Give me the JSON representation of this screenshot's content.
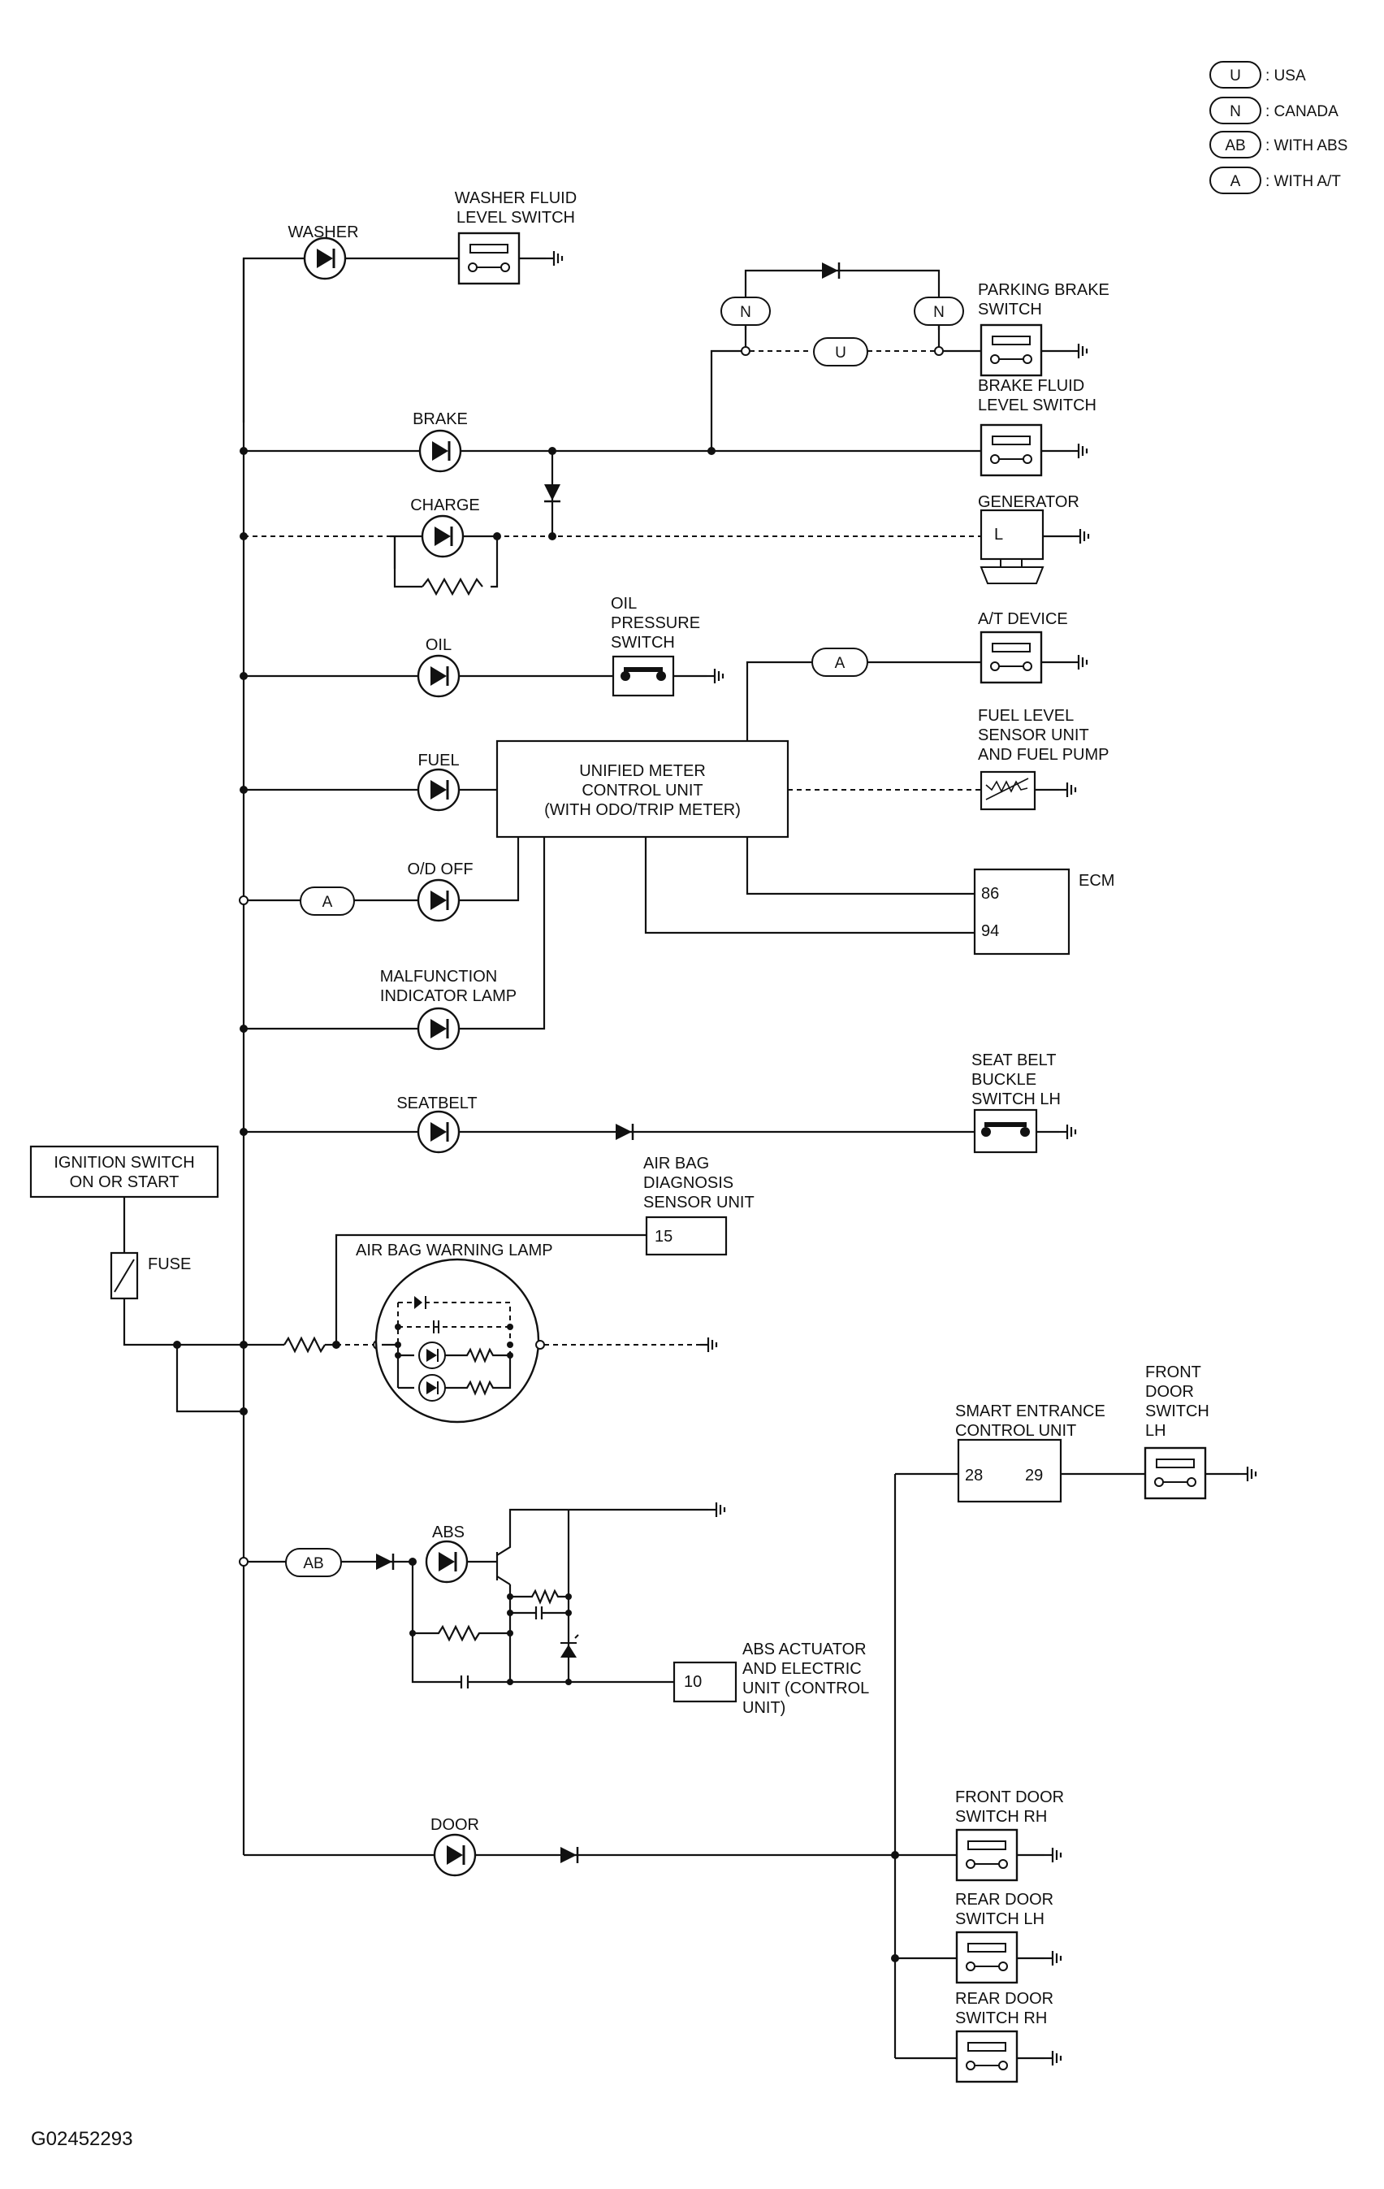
{
  "legend": [
    {
      "code": "U",
      "text": ": USA"
    },
    {
      "code": "N",
      "text": ": CANADA"
    },
    {
      "code": "AB",
      "text": ": WITH ABS"
    },
    {
      "code": "A",
      "text": ": WITH A/T"
    }
  ],
  "power": {
    "ignition_line1": "IGNITION SWITCH",
    "ignition_line2": "ON OR START",
    "fuse": "FUSE"
  },
  "lamps": {
    "washer": "WASHER",
    "brake": "BRAKE",
    "charge": "CHARGE",
    "oil": "OIL",
    "fuel": "FUEL",
    "od_off": "O/D OFF",
    "mil_line1": "MALFUNCTION",
    "mil_line2": "INDICATOR LAMP",
    "seatbelt": "SEATBELT",
    "airbag": "AIR BAG WARNING LAMP",
    "abs": "ABS",
    "door": "DOOR"
  },
  "components": {
    "washer_switch_line1": "WASHER FLUID",
    "washer_switch_line2": "LEVEL SWITCH",
    "parking_line1": "PARKING BRAKE",
    "parking_line2": "SWITCH",
    "brake_fluid_line1": "BRAKE FLUID",
    "brake_fluid_line2": "LEVEL SWITCH",
    "generator": "GENERATOR",
    "generator_terminal": "L",
    "oil_line1": "OIL",
    "oil_line2": "PRESSURE",
    "oil_line3": "SWITCH",
    "at_device": "A/T DEVICE",
    "fuel_line1": "FUEL LEVEL",
    "fuel_line2": "SENSOR UNIT",
    "fuel_line3": "AND FUEL PUMP",
    "meter_line1": "UNIFIED METER",
    "meter_line2": "CONTROL UNIT",
    "meter_line3": "(WITH ODO/TRIP METER)",
    "ecm": "ECM",
    "ecm_pin1": "86",
    "ecm_pin2": "94",
    "seatbelt_line1": "SEAT BELT",
    "seatbelt_line2": "BUCKLE",
    "seatbelt_line3": "SWITCH LH",
    "airbag_unit_line1": "AIR BAG",
    "airbag_unit_line2": "DIAGNOSIS",
    "airbag_unit_line3": "SENSOR UNIT",
    "airbag_pin": "15",
    "smart_line1": "SMART ENTRANCE",
    "smart_line2": "CONTROL UNIT",
    "smart_pin1": "28",
    "smart_pin2": "29",
    "fdlh_line1": "FRONT",
    "fdlh_line2": "DOOR",
    "fdlh_line3": "SWITCH",
    "fdlh_line4": "LH",
    "abs_unit_line1": "ABS ACTUATOR",
    "abs_unit_line2": "AND ELECTRIC",
    "abs_unit_line3": "UNIT (CONTROL",
    "abs_unit_line4": "UNIT)",
    "abs_pin": "10",
    "fdrh_line1": "FRONT DOOR",
    "fdrh_line2": "SWITCH RH",
    "rdlh_line1": "REAR DOOR",
    "rdlh_line2": "SWITCH LH",
    "rdrh_line1": "REAR DOOR",
    "rdrh_line2": "SWITCH RH"
  },
  "tags": {
    "n": "N",
    "u": "U",
    "a": "A",
    "ab": "AB"
  },
  "figure_id": "G02452293"
}
